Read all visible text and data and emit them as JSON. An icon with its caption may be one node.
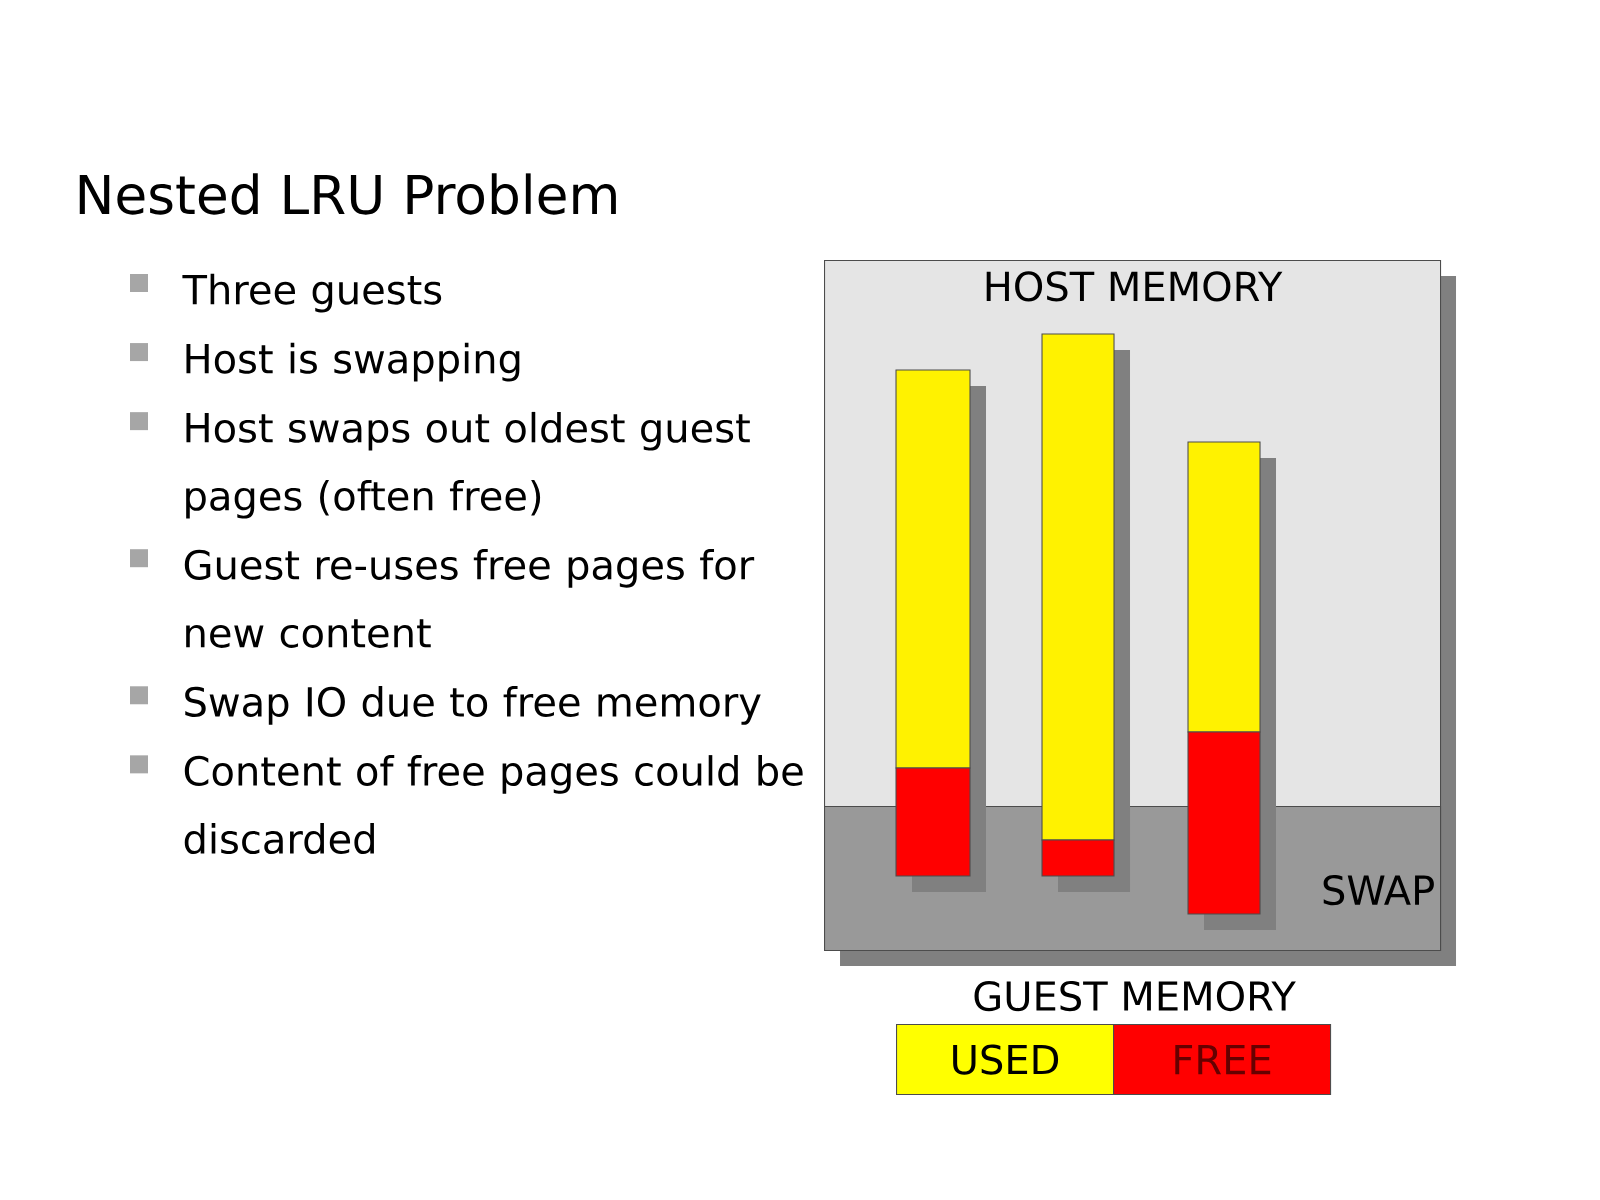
{
  "diagram": {
    "title": "Nested LRU Problem",
    "nodes": [
      {
        "text": [
          "HOST MEMORY"
        ]
      },
      {
        "text": [
          "SWAP"
        ],
        "in": 0
      }
    ],
    "labels": [
      "Three guests",
      "Host is swapping",
      "Host swaps out oldest guest pages (often free)",
      "Guest re-uses free pages for new content",
      "Swap IO due to free memory",
      "Content of free pages could be discarded",
      "GUEST MEMORY"
    ],
    "legend": [
      {
        "text": "USED",
        "color": "#ffff00"
      },
      {
        "text": "FREE",
        "color": "#ff0000"
      }
    ]
  }
}
